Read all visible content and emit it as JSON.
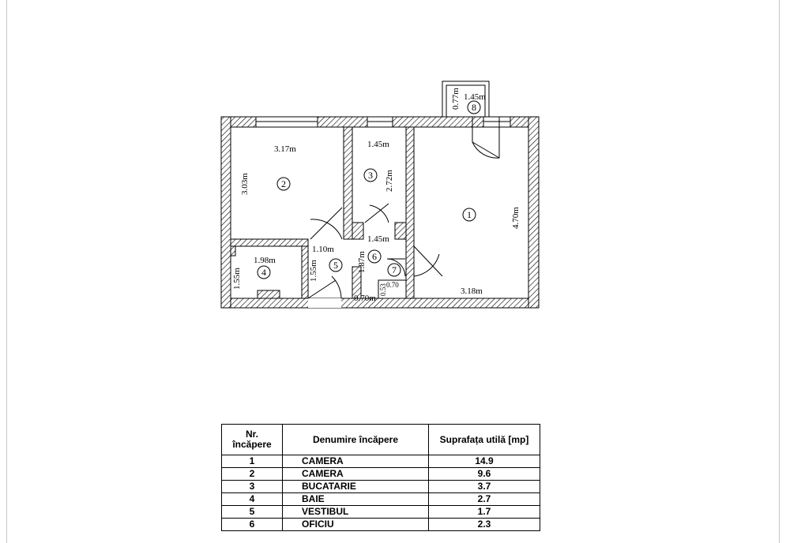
{
  "plan": {
    "dimensions": {
      "room2_width": "3.17m",
      "room2_height": "3.03m",
      "room3_width": "1.45m",
      "room3_height": "2.72m",
      "room1_height": "4.70m",
      "room1_width": "3.18m",
      "room4_width": "1.98m",
      "room4_height": "1.55m",
      "room5_height": "1.55m",
      "vestibule_width": "1.10m",
      "office_width": "1.45m",
      "office_height": "1.87m",
      "room7_width": "0.70",
      "room7_height": "0.53",
      "bottom_width": "0.70m",
      "balcony_width": "1.45m",
      "balcony_height": "0.77m"
    },
    "room_numbers": [
      "1",
      "2",
      "3",
      "4",
      "5",
      "6",
      "7",
      "8"
    ]
  },
  "table": {
    "headers": {
      "nr": [
        "Nr.",
        "încăpere"
      ],
      "name": "Denumire încăpere",
      "area": "Suprafața utilă [mp]"
    },
    "rows": [
      {
        "nr": "1",
        "name": "CAMERA",
        "area": "14.9"
      },
      {
        "nr": "2",
        "name": "CAMERA",
        "area": "9.6"
      },
      {
        "nr": "3",
        "name": "BUCATARIE",
        "area": "3.7"
      },
      {
        "nr": "4",
        "name": "BAIE",
        "area": "2.7"
      },
      {
        "nr": "5",
        "name": "VESTIBUL",
        "area": "1.7"
      },
      {
        "nr": "6",
        "name": "OFICIU",
        "area": "2.3"
      }
    ]
  }
}
